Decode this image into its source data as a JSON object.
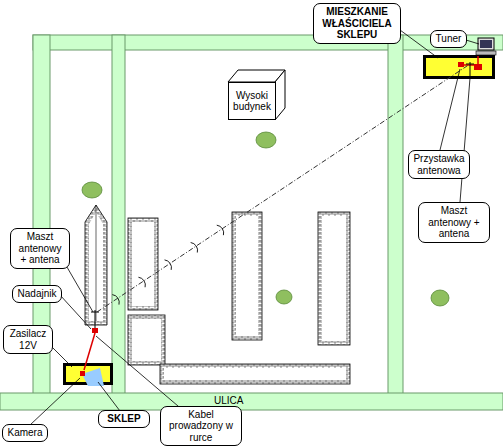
{
  "diagram": {
    "nodes": [
      {
        "text": [
          "MIESZKANIE WŁAŚCICIELA SKLEPU"
        ]
      },
      {
        "text": [
          "Tuner"
        ]
      },
      {
        "text": [
          "Wysoki budynek"
        ]
      },
      {
        "text": [
          "Przystawka antenowa"
        ]
      },
      {
        "text": [
          "Maszt antenowy + antena"
        ]
      },
      {
        "text": [
          "Maszt antenowy + antena"
        ]
      },
      {
        "text": [
          "Nadajnik"
        ]
      },
      {
        "text": [
          "Zasilacz 12V"
        ]
      },
      {
        "text": [
          "Kamera"
        ]
      },
      {
        "text": [
          "SKLEP"
        ]
      },
      {
        "text": [
          "Kabel prowadzony w rurce"
        ]
      }
    ],
    "labels": [
      "ULICA"
    ]
  }
}
